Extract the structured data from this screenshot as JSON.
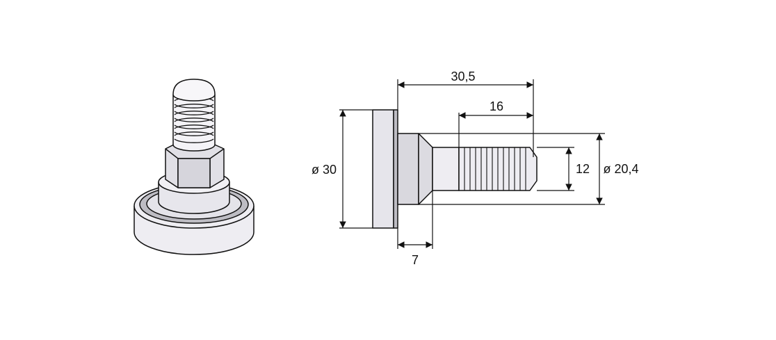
{
  "dimensions": {
    "overall_length": "30,5",
    "thread_length": "16",
    "head_diameter": "ø 30",
    "thread_diameter": "12",
    "shoulder_diameter": "ø 20,4",
    "head_thickness": "7"
  },
  "colors": {
    "line": "#111111",
    "fill_light": "#eeedf2",
    "fill_mid": "#d9d8de",
    "fill_dark": "#bdbcc3"
  }
}
